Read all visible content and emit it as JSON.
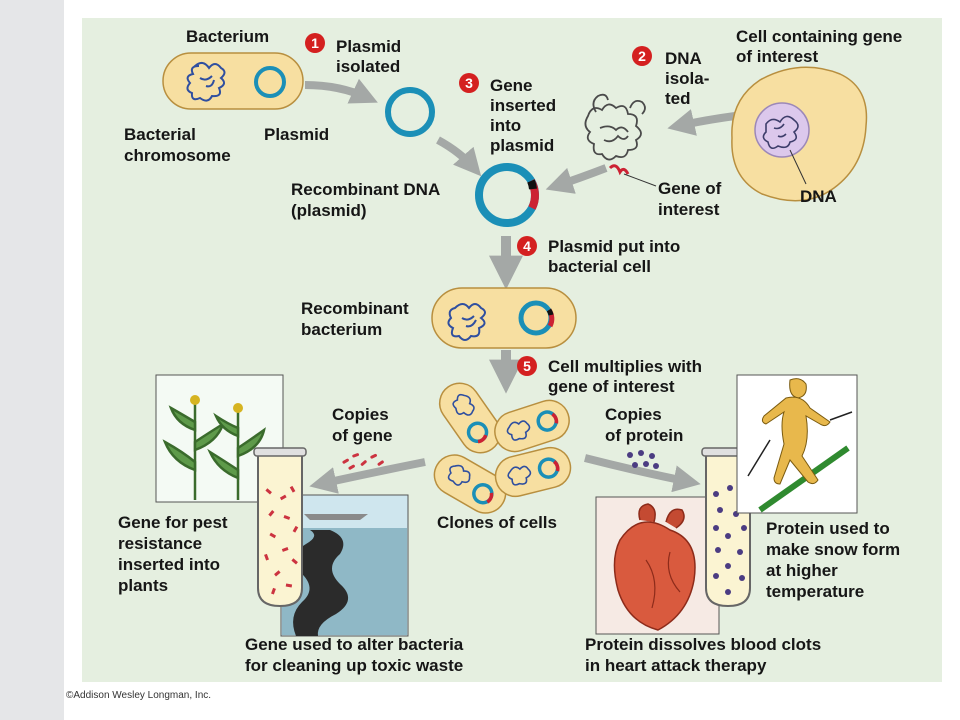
{
  "steps": [
    {
      "num": "1",
      "label": [
        "Plasmid",
        "isolated"
      ]
    },
    {
      "num": "2",
      "label": [
        "DNA",
        "isola-",
        "ted"
      ]
    },
    {
      "num": "3",
      "label": [
        "Gene",
        "inserted",
        "into",
        "plasmid"
      ]
    },
    {
      "num": "4",
      "label": [
        "Plasmid put into",
        "bacterial cell"
      ]
    },
    {
      "num": "5",
      "label": [
        "Cell multiplies with",
        "gene of interest"
      ]
    }
  ],
  "labels": {
    "bacterium": "Bacterium",
    "bacterial_chromosome": [
      "Bacterial",
      "chromosome"
    ],
    "plasmid": "Plasmid",
    "cell_gene": [
      "Cell containing gene",
      "of interest"
    ],
    "dna": "DNA",
    "gene_of_interest": [
      "Gene of",
      "interest"
    ],
    "recombinant_dna": [
      "Recombinant DNA",
      "(plasmid)"
    ],
    "recombinant_bacterium": [
      "Recombinant",
      "bacterium"
    ],
    "copies_gene": [
      "Copies",
      "of gene"
    ],
    "copies_protein": [
      "Copies",
      "of protein"
    ],
    "clones": "Clones of cells",
    "pest": [
      "Gene for pest",
      "resistance",
      "inserted into",
      "plants"
    ],
    "toxic": [
      "Gene used to alter bacteria",
      "for cleaning up toxic waste"
    ],
    "snow": [
      "Protein used to",
      "make snow form",
      "at higher",
      "temperature"
    ],
    "heart": [
      "Protein dissolves blood clots",
      "in heart attack therapy"
    ]
  },
  "copyright": "©Addison Wesley Longman, Inc.",
  "colors": {
    "panel": "#e5efe0",
    "cell_fill": "#f7dfa1",
    "cell_stroke": "#b88f3f",
    "plasmid": "#1b8fb7",
    "chromosome": "#2f4fa0",
    "gene_red": "#cc2233",
    "step_badge": "#d42020",
    "arrow": "#a4a8a6"
  }
}
